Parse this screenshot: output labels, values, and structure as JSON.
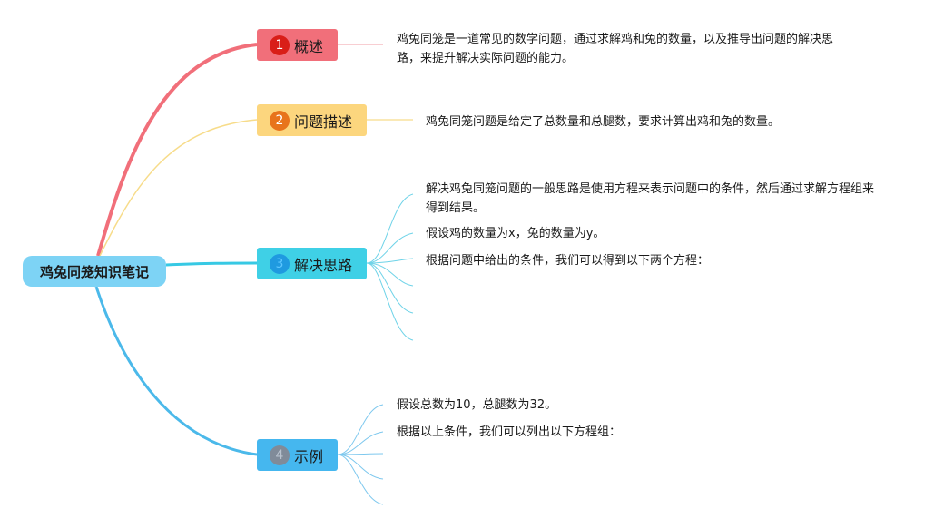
{
  "root": {
    "label": "鸡兔同笼知识笔记"
  },
  "topics": [
    {
      "number": "1",
      "label": "概述",
      "color": "#f16f7a",
      "line_color": "#f16f7a",
      "notes": [
        "鸡兔同笼是一道常见的数学问题，通过求解鸡和兔的数量，以及推导出问题的解决思路，来提升解决实际问题的能力。"
      ]
    },
    {
      "number": "2",
      "label": "问题描述",
      "color": "#fcd67e",
      "line_color": "#f7dc8a",
      "notes": [
        "鸡兔同笼问题是给定了总数量和总腿数，要求计算出鸡和兔的数量。"
      ]
    },
    {
      "number": "3",
      "label": "解决思路",
      "color": "#3fd0e6",
      "line_color": "#37c9e4",
      "notes": [
        "解决鸡兔同笼问题的一般思路是使用方程来表示问题中的条件，然后通过求解方程组来得到结果。",
        "假设鸡的数量为x，兔的数量为y。",
        "根据问题中给出的条件，我们可以得到以下两个方程："
      ]
    },
    {
      "number": "4",
      "label": "示例",
      "color": "#45b7ef",
      "line_color": "#4bb9ea",
      "notes": [
        "假设总数为10，总腿数为32。",
        "根据以上条件，我们可以列出以下方程组："
      ]
    }
  ]
}
